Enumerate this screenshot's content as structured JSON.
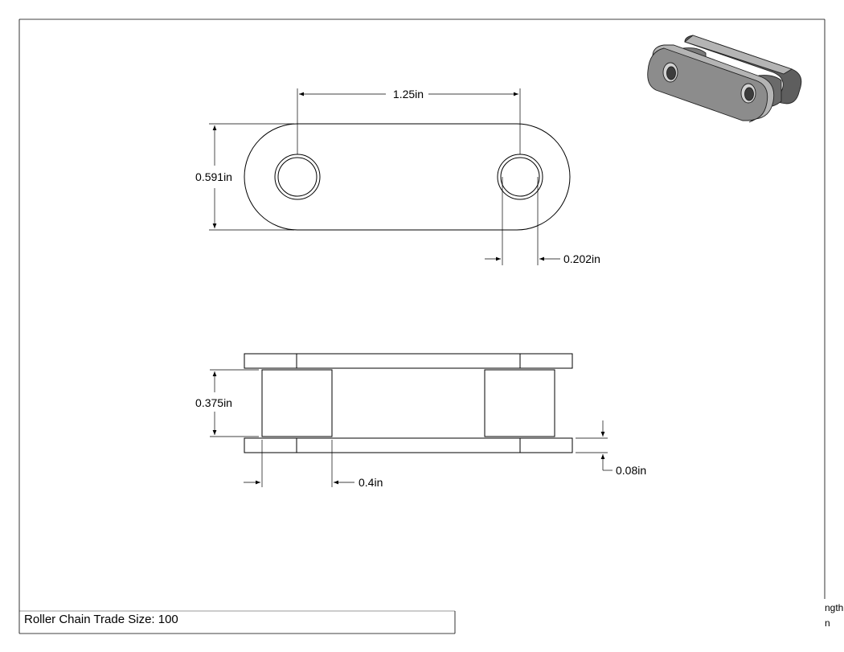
{
  "drawing": {
    "dimensions": {
      "pitch": "1.25in",
      "plate_height": "0.591in",
      "pin_diameter": "0.202in",
      "roller_width": "0.375in",
      "roller_diameter": "0.4in",
      "plate_thickness": "0.08in"
    },
    "title_block": {
      "trade_size": "Roller Chain Trade Size: 100",
      "cut_off_line1": "ngth",
      "cut_off_line2": "n"
    }
  },
  "colors": {
    "line": "#000000",
    "part_fill": "#ffffff",
    "iso_face": "#8c8c8c",
    "iso_dark": "#5e5e5e",
    "iso_light": "#b4b4b4"
  }
}
